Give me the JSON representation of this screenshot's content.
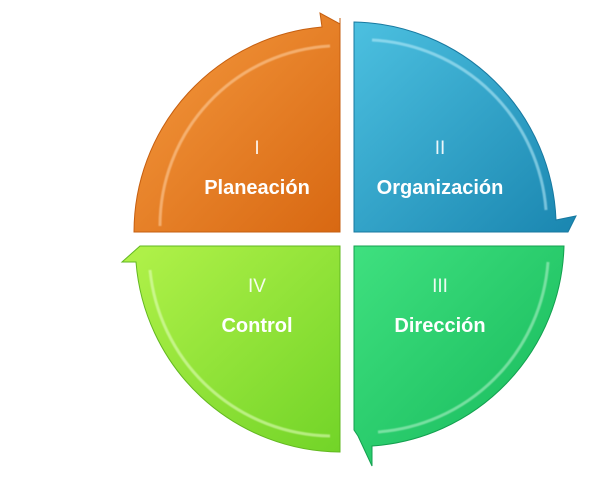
{
  "stages": [
    {
      "id": "q1",
      "numeral": "I",
      "label": "Planeación",
      "color": "#ee7d22"
    },
    {
      "id": "q2",
      "numeral": "II",
      "label": "Organización",
      "color": "#2aa6c9"
    },
    {
      "id": "q3",
      "numeral": "III",
      "label": "Dirección",
      "color": "#2fd672"
    },
    {
      "id": "q4",
      "numeral": "IV",
      "label": "Control",
      "color": "#8ee63a"
    }
  ]
}
